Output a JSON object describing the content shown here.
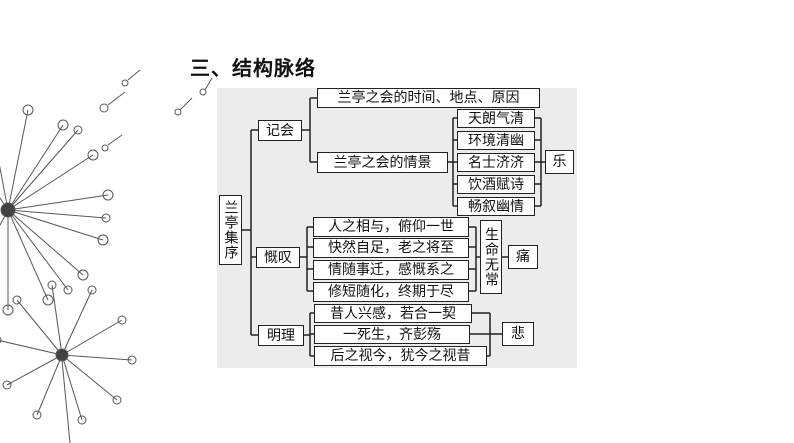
{
  "heading": "三、结构脉络",
  "root": "兰亭集序",
  "branches": {
    "jihui": {
      "label": "记会",
      "items": [
        "兰亭之会的时间、地点、原因",
        "兰亭之会的情景"
      ],
      "scenes": [
        "天朗气清",
        "环境清幽",
        "名士济济",
        "饮酒赋诗",
        "畅叙幽情"
      ],
      "result": "乐"
    },
    "gankai": {
      "label": "慨叹",
      "items": [
        "人之相与，俯仰一世",
        "快然自足，老之将至",
        "情随事迁，感慨系之",
        "修短随化，终期于尽"
      ],
      "mid": "生命无常",
      "result": "痛"
    },
    "mingli": {
      "label": "明理",
      "items": [
        "昔人兴感，若合一契",
        "一死生，齐彭殇",
        "后之视今，犹今之视昔"
      ],
      "result": "悲"
    }
  },
  "colors": {
    "line": "#222222",
    "panel": "#ececec",
    "decor": "#3a3a3a"
  }
}
